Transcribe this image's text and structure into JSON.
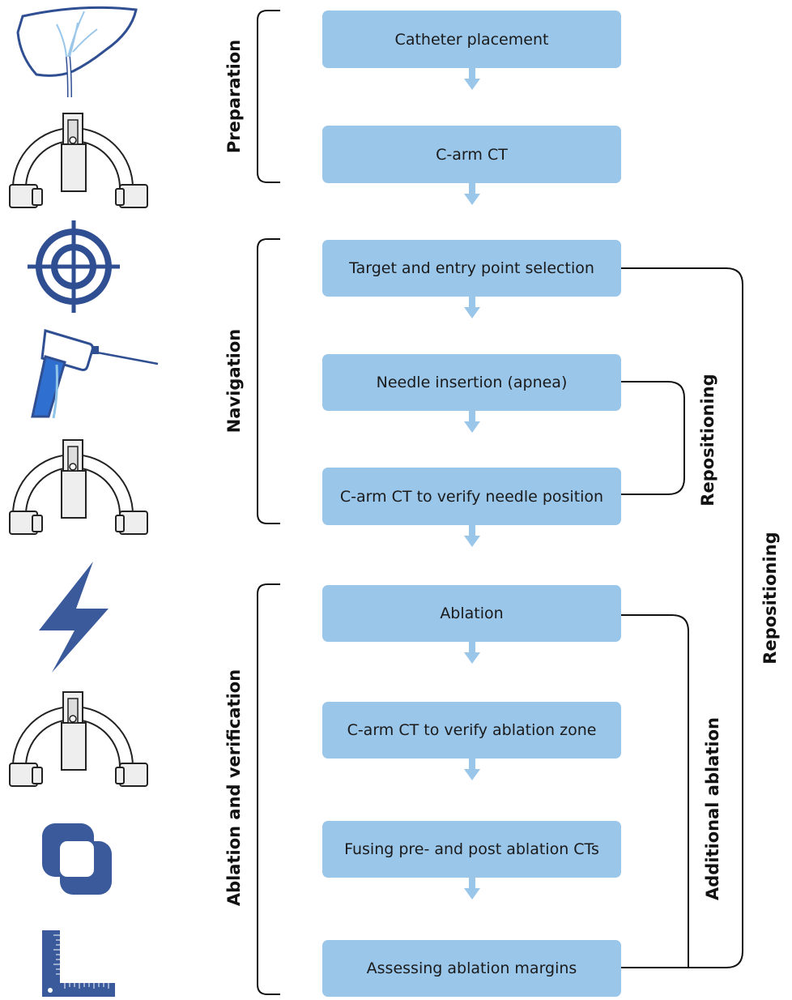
{
  "steps": [
    "Catheter placement",
    "C-arm CT",
    "Target and entry point selection",
    "Needle insertion (apnea)",
    "C-arm CT to verify needle position",
    "Ablation",
    "C-arm CT to verify ablation zone",
    "Fusing pre- and post ablation CTs",
    "Assessing ablation margins"
  ],
  "groups": {
    "preparation": "Preparation",
    "navigation": "Navigation",
    "ablation": "Ablation and verification"
  },
  "loops": {
    "needle_repositioning": "Repositioning",
    "additional_ablation": "Additional ablation",
    "full_repositioning": "Repositioning"
  },
  "icons": [
    "liver-catheter-icon",
    "c-arm-icon",
    "target-crosshair-icon",
    "needle-device-icon",
    "c-arm-icon",
    "lightning-bolt-icon",
    "c-arm-icon",
    "fusion-squares-icon",
    "ruler-icon"
  ],
  "colors": {
    "box": "#9ac6ea",
    "arrow": "#9ac6ea",
    "icon_dark": "#3a5a9c",
    "line": "#111111"
  }
}
